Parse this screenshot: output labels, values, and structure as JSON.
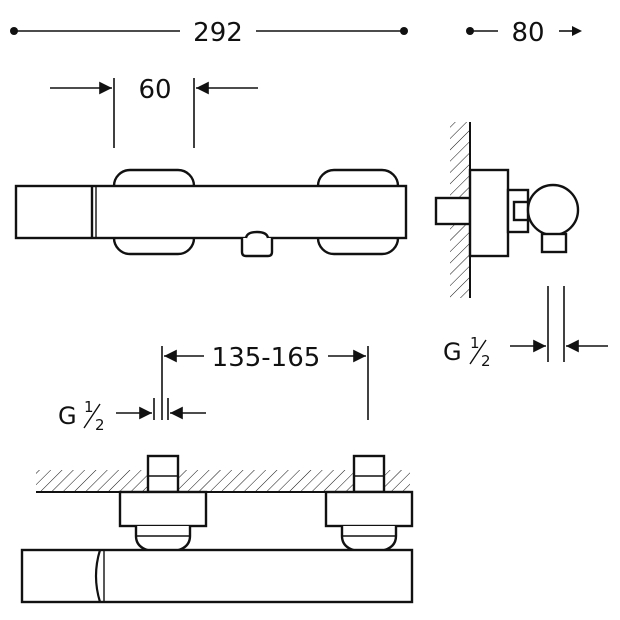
{
  "dimensions": {
    "overall_length": "292",
    "depth": "80",
    "handle_width": "60",
    "inlet_spacing": "135-165",
    "thread_bottom": "G",
    "thread_side": "G"
  },
  "fractions": {
    "half_num": "1",
    "half_den": "2"
  },
  "colors": {
    "line": "#111111",
    "background": "#ffffff"
  }
}
